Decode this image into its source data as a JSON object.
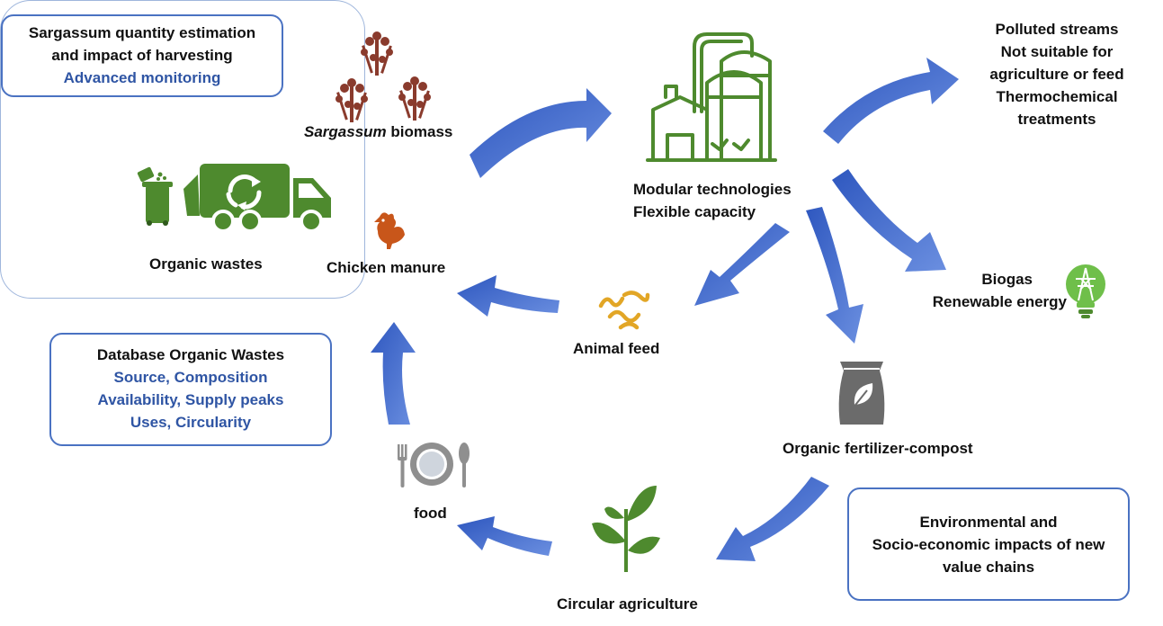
{
  "colors": {
    "arrow": "#3a63c8",
    "arrow_light": "#5b82dc",
    "box_border": "#4a72c2",
    "accent_text": "#2f55a4",
    "green": "#4e8a2e",
    "bag": "#6b6b6b",
    "rooster": "#c8561a",
    "seaweed": "#8a3b2d"
  },
  "waste_panel": {
    "callout": {
      "line1": "Sargassum quantity estimation",
      "line2": "and impact of harvesting",
      "line3": "Advanced monitoring"
    },
    "sargassum_label_italic": "Sargassum",
    "sargassum_label_rest": " biomass",
    "organic_wastes_label": "Organic wastes",
    "chicken_manure_label": "Chicken manure"
  },
  "plant": {
    "line1": "Modular technologies",
    "line2": "Flexible capacity"
  },
  "polluted": {
    "line1": "Polluted streams",
    "line2": "Not suitable for",
    "line3": "agriculture or feed",
    "line4": "Thermochemical",
    "line5": "treatments"
  },
  "biogas": {
    "line1": "Biogas",
    "line2": "Renewable energy"
  },
  "animal_feed_label": "Animal feed",
  "fertilizer_label": "Organic fertilizer-compost",
  "database_box": {
    "line1": "Database  Organic Wastes",
    "line2": "Source, Composition",
    "line3": "Availability, Supply peaks",
    "line4": "Uses, Circularity"
  },
  "impacts_box": {
    "line1": "Environmental and",
    "line2": "Socio-economic impacts of new",
    "line3": "value chains"
  },
  "food_label": "food",
  "circular_agriculture_label": "Circular agriculture",
  "icons": [
    "seaweed-icon",
    "recycling-bin-icon",
    "garbage-truck-icon",
    "rooster-icon",
    "biogas-plant-icon",
    "worms-icon",
    "lightbulb-tower-icon",
    "fertilizer-bag-icon",
    "plate-cutlery-icon",
    "seedling-icon"
  ]
}
